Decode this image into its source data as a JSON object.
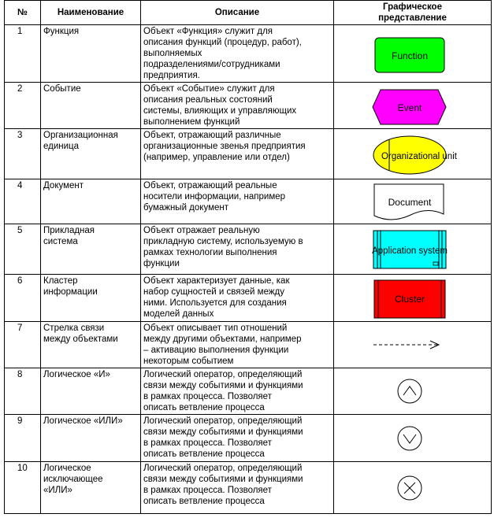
{
  "table": {
    "headers": {
      "num": "№",
      "name": "Наименование",
      "desc": "Описание",
      "graph": "Графическое\nпредставление"
    },
    "rows": [
      {
        "num": "1",
        "name": "Функция",
        "desc": "Объект «Функция» служит для\nописания функций (процедур, работ),\nвыполняемых\nподразделениями/сотрудниками\nпредприятия.",
        "shape": {
          "kind": "function",
          "label": "Function",
          "fill": "#00ff00",
          "stroke": "#000000"
        }
      },
      {
        "num": "2",
        "name": "Событие",
        "desc": "Объект «Событие» служит для\nописания реальных состояний\nсистемы, влияющих и управляющих\nвыполнением функций",
        "shape": {
          "kind": "event",
          "label": "Event",
          "fill": "#ff00ff",
          "stroke": "#000000"
        }
      },
      {
        "num": "3",
        "name": "Организационная\nединица",
        "desc": "Объект, отражающий различные\nорганизационные звенья предприятия\n(например, управление или отдел)",
        "shape": {
          "kind": "org",
          "label": "Organizational unit",
          "fill": "#ffff00",
          "stroke": "#000000"
        }
      },
      {
        "num": "4",
        "name": "Документ",
        "desc": "Объект, отражающий реальные\nносители информации, например\nбумажный документ",
        "shape": {
          "kind": "document",
          "label": "Document",
          "fill": "#ffffff",
          "stroke": "#000000"
        }
      },
      {
        "num": "5",
        "name": "Прикладная\nсистема",
        "desc": "Объект отражает реальную\nприкладную систему, используемую в\nрамках технологии выполнения\nфункции",
        "shape": {
          "kind": "application",
          "label": "Application system",
          "fill": "#00ffff",
          "stroke": "#000000"
        }
      },
      {
        "num": "6",
        "name": "Кластер\nинформации",
        "desc": "Объект характеризует данные, как\nнабор сущностей и связей между\nними. Используется для создания\nмоделей данных",
        "shape": {
          "kind": "cluster",
          "label": "Cluster",
          "fill": "#ff0000",
          "stroke": "#000000"
        }
      },
      {
        "num": "7",
        "name": "Стрелка связи\nмежду объектами",
        "desc": "Объект описывает тип отношений\nмежду другими объектами, например\n– активацию выполнения функции\nнекоторым событием",
        "shape": {
          "kind": "arrow",
          "label": "",
          "fill": "none",
          "stroke": "#000000"
        }
      },
      {
        "num": "8",
        "name": "Логическое «И»",
        "desc": "Логический оператор, определяющий\nсвязи между событиями и функциями\nв рамках процесса. Позволяет\nописать ветвление процесса",
        "shape": {
          "kind": "and",
          "label": "",
          "fill": "#ffffff",
          "stroke": "#000000"
        }
      },
      {
        "num": "9",
        "name": "Логическое «ИЛИ»",
        "desc": "Логический оператор, определяющий\nсвязи между событиями и функциями\nв рамках процесса. Позволяет\nописать ветвление процесса",
        "shape": {
          "kind": "or",
          "label": "",
          "fill": "#ffffff",
          "stroke": "#000000"
        }
      },
      {
        "num": "10",
        "name": "Логическое\nисключающее\n«ИЛИ»",
        "desc": "Логический оператор, определяющий\nсвязи между событиями и функциями\nв рамках процесса. Позволяет\nописать ветвление процесса",
        "shape": {
          "kind": "xor",
          "label": "",
          "fill": "#ffffff",
          "stroke": "#000000"
        }
      }
    ]
  }
}
